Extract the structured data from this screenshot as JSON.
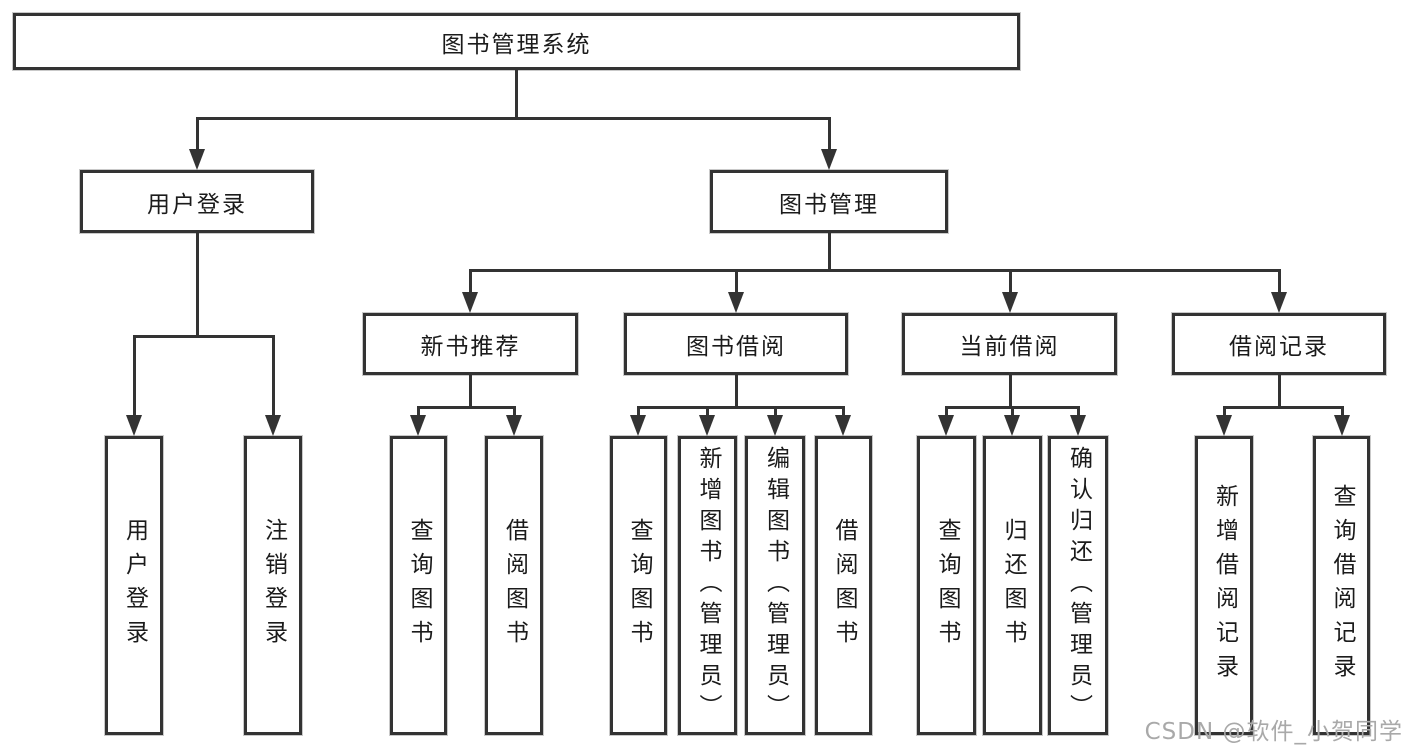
{
  "diagram": {
    "title_node": {
      "label": "图书管理系统"
    },
    "level2": [
      {
        "id": "user-login",
        "label": "用户登录"
      },
      {
        "id": "book-management",
        "label": "图书管理"
      }
    ],
    "level3": [
      {
        "id": "new-book-recommend",
        "label": "新书推荐"
      },
      {
        "id": "book-borrowing",
        "label": "图书借阅"
      },
      {
        "id": "current-borrowing",
        "label": "当前借阅"
      },
      {
        "id": "borrow-records",
        "label": "借阅记录"
      }
    ],
    "leaves": [
      {
        "id": "user-login-leaf",
        "label": "用户登录"
      },
      {
        "id": "logout",
        "label": "注销登录"
      },
      {
        "id": "query-books-recommend",
        "label": "查询图书"
      },
      {
        "id": "borrow-books-recommend",
        "label": "借阅图书"
      },
      {
        "id": "query-books-borrow",
        "label": "查询图书"
      },
      {
        "id": "add-books-admin",
        "label": "新增图书（管理员）"
      },
      {
        "id": "edit-books-admin",
        "label": "编辑图书（管理员）"
      },
      {
        "id": "borrow-books",
        "label": "借阅图书"
      },
      {
        "id": "query-books-current",
        "label": "查询图书"
      },
      {
        "id": "return-books",
        "label": "归还图书"
      },
      {
        "id": "confirm-return-admin",
        "label": "确认归还（管理员）"
      },
      {
        "id": "add-borrow-record",
        "label": "新增借阅记录"
      },
      {
        "id": "query-borrow-record",
        "label": "查询借阅记录"
      }
    ]
  },
  "watermark": {
    "text": "CSDN @软件_小贺同学"
  },
  "colors": {
    "line": "#333333",
    "text": "#1b1b1b",
    "watermark": "#a9a9a9",
    "background": "#ffffff"
  }
}
